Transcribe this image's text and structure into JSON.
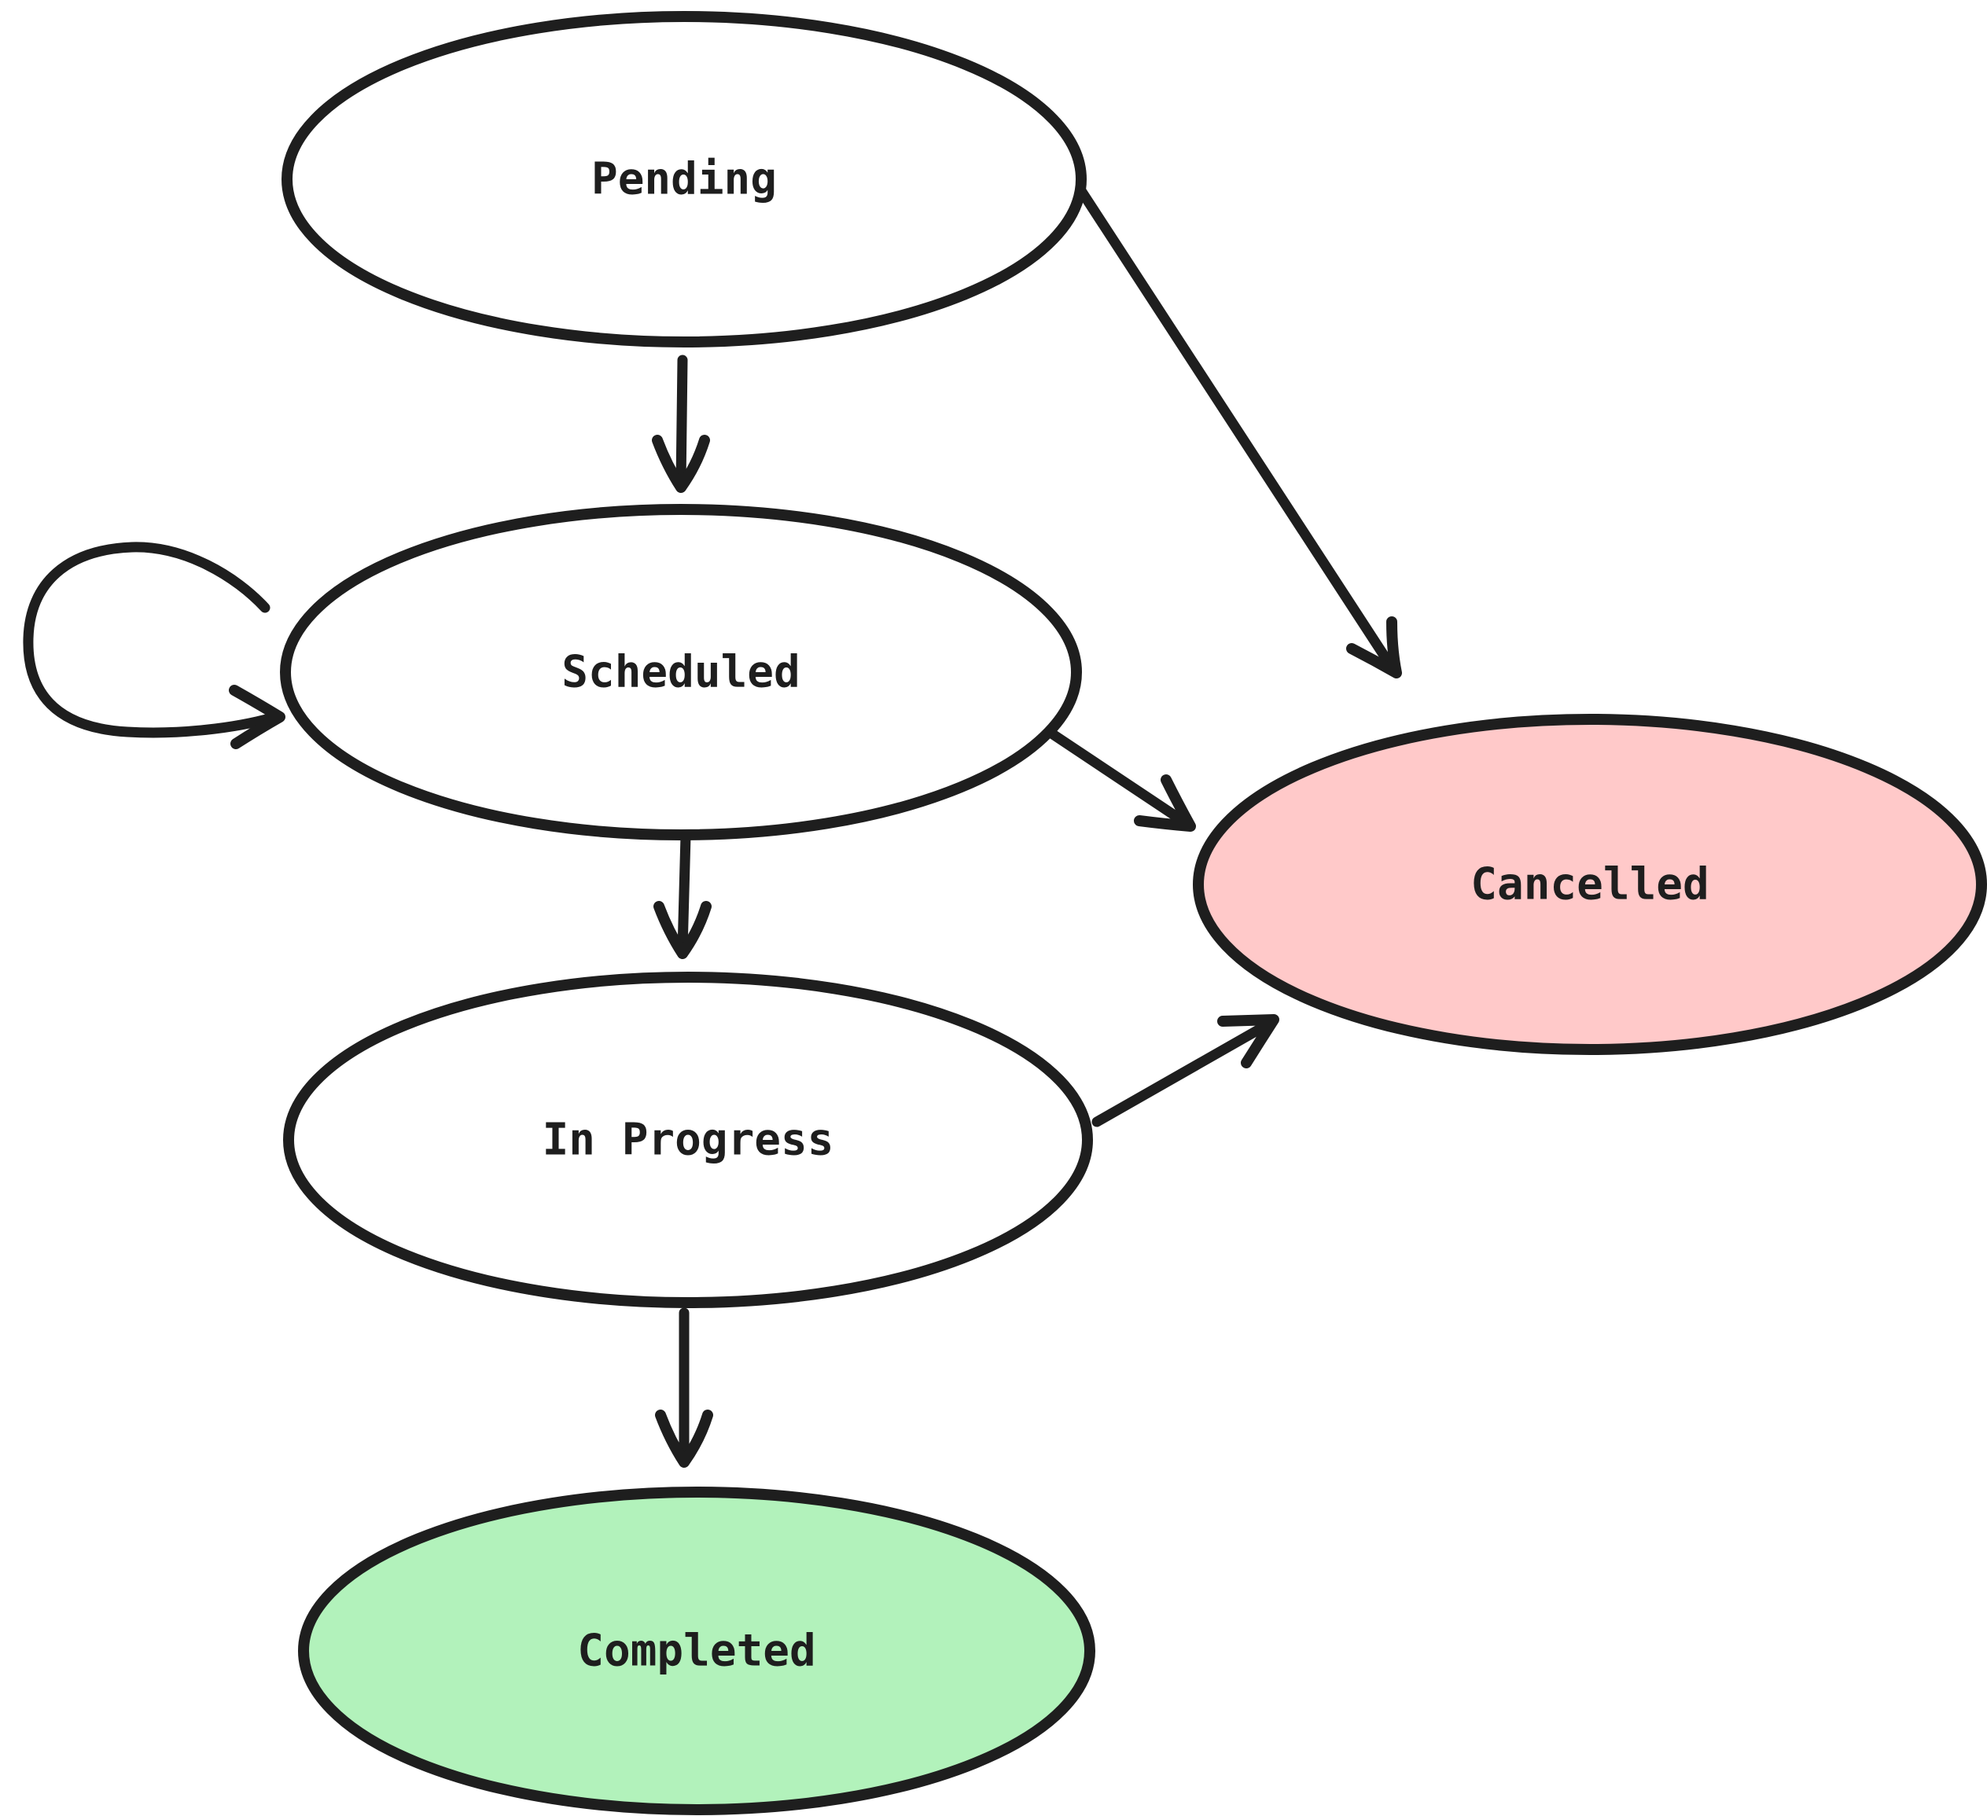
{
  "diagram": {
    "type": "state-diagram",
    "background_color": "#ffffff",
    "stroke_color": "#1e1e1e",
    "text_color": "#1e1e1e",
    "nodes": [
      {
        "id": "pending",
        "label": "Pending",
        "fill": "#ffffff",
        "role": "initial state"
      },
      {
        "id": "scheduled",
        "label": "Scheduled",
        "fill": "#ffffff",
        "role": "intermediate state"
      },
      {
        "id": "in-progress",
        "label": "In Progress",
        "fill": "#ffffff",
        "role": "intermediate state"
      },
      {
        "id": "completed",
        "label": "Completed",
        "fill": "#b2f2bb",
        "role": "success terminal state"
      },
      {
        "id": "cancelled",
        "label": "Cancelled",
        "fill": "#ffc9c9",
        "role": "failure terminal state"
      }
    ],
    "edges": [
      {
        "from": "pending",
        "to": "scheduled",
        "style": "arrow"
      },
      {
        "from": "scheduled",
        "to": "scheduled",
        "style": "self-loop arrow"
      },
      {
        "from": "scheduled",
        "to": "in-progress",
        "style": "arrow"
      },
      {
        "from": "in-progress",
        "to": "completed",
        "style": "arrow"
      },
      {
        "from": "pending",
        "to": "cancelled",
        "style": "arrow"
      },
      {
        "from": "scheduled",
        "to": "cancelled",
        "style": "arrow"
      },
      {
        "from": "in-progress",
        "to": "cancelled",
        "style": "arrow"
      }
    ]
  }
}
